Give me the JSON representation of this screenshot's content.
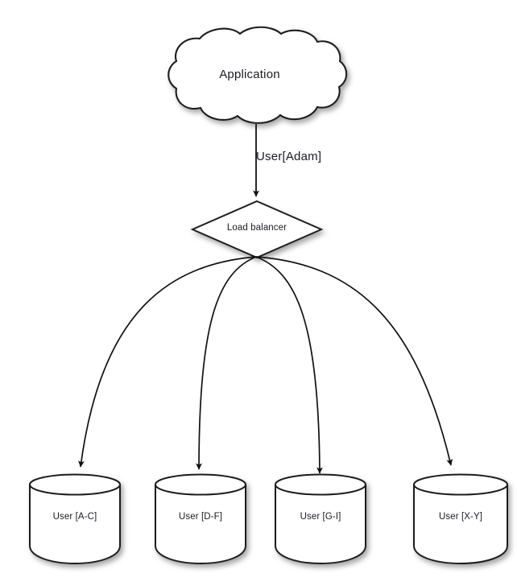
{
  "diagram": {
    "title_node": {
      "id": "application-cloud",
      "shape": "cloud",
      "label": "Application"
    },
    "edge_application_to_balancer": {
      "label": "User[Adam]",
      "arrow": "down"
    },
    "load_balancer": {
      "id": "load-balancer",
      "shape": "diamond",
      "label": "Load balancer"
    },
    "databases": [
      {
        "id": "db-a-c",
        "shape": "cylinder",
        "label": "User [A-C]"
      },
      {
        "id": "db-d-f",
        "shape": "cylinder",
        "label": "User [D-F]"
      },
      {
        "id": "db-g-i",
        "shape": "cylinder",
        "label": "User [G-I]"
      },
      {
        "id": "db-x-y",
        "shape": "cylinder",
        "label": "User [X-Y]"
      }
    ],
    "colors": {
      "background": "#ffffff",
      "stroke": "#1a1a1a",
      "fill": "#ffffff",
      "text": "#1b1b22",
      "shadow": "#9a9a9a"
    }
  }
}
